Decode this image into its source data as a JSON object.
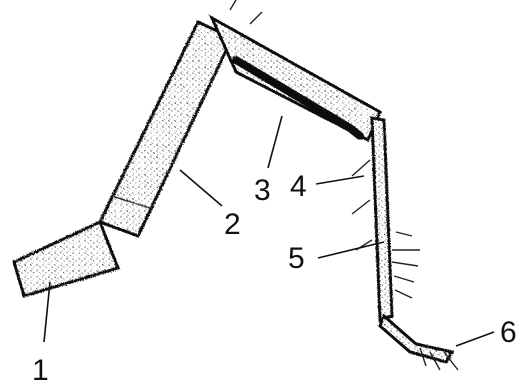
{
  "figure": {
    "description_labels": [
      "1",
      "2",
      "3",
      "4",
      "5",
      "6"
    ],
    "colors": {
      "ink": "#111111",
      "stipple": "#555555",
      "background": "#ffffff"
    }
  },
  "labels": {
    "l1": "1",
    "l2": "2",
    "l3": "3",
    "l4": "4",
    "l5": "5",
    "l6": "6"
  }
}
